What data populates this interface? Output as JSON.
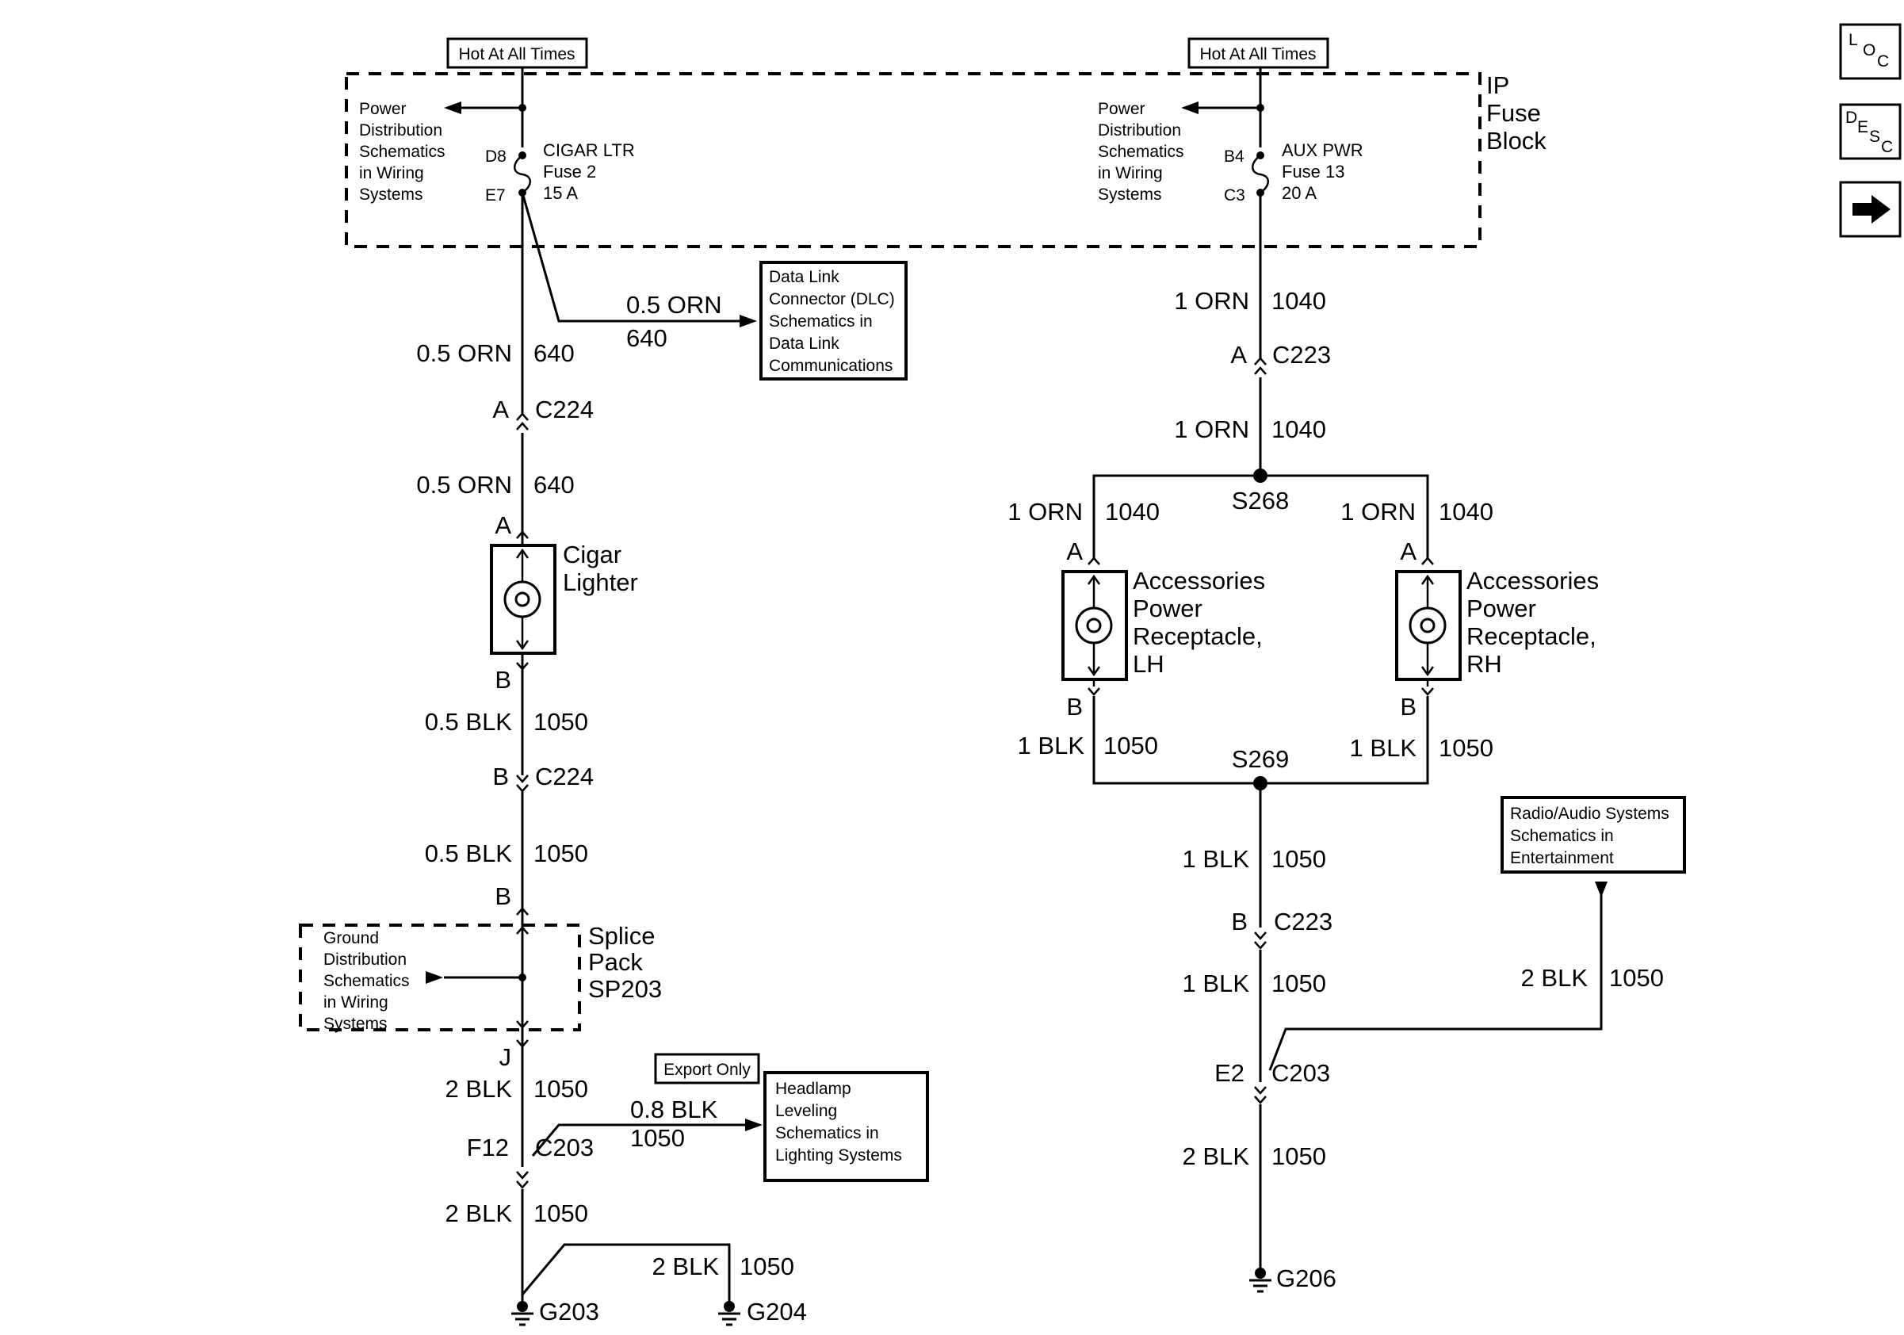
{
  "hot_labels": [
    "Hot At All Times",
    "Hot At All Times"
  ],
  "ip_fuse_block": [
    "IP",
    "Fuse",
    "Block"
  ],
  "power_dist_ref": [
    "Power",
    "Distribution",
    "Schematics",
    "in Wiring",
    "Systems"
  ],
  "fuse_left": {
    "pin_top": "D8",
    "pin_bottom": "E7",
    "lines": [
      "CIGAR LTR",
      "Fuse 2",
      "15 A"
    ]
  },
  "fuse_right": {
    "pin_top": "B4",
    "pin_bottom": "C3",
    "lines": [
      "AUX PWR",
      "Fuse 13",
      "20 A"
    ]
  },
  "dlc_ref": [
    "Data Link",
    "Connector (DLC)",
    "Schematics in",
    "Data Link",
    "Communications"
  ],
  "wires_left": {
    "w1_gauge": "0.5 ORN",
    "w1_circuit": "640",
    "dlc_gauge": "0.5 ORN",
    "dlc_circuit": "640",
    "w2_gauge": "0.5 ORN",
    "w2_circuit": "640",
    "w3_gauge": "0.5 BLK",
    "w3_circuit": "1050",
    "w4_gauge": "0.5 BLK",
    "w4_circuit": "1050",
    "w5_gauge": "2 BLK",
    "w5_circuit": "1050",
    "hl_gauge": "0.8 BLK",
    "hl_circuit": "1050",
    "w6_gauge": "2 BLK",
    "w6_circuit": "1050",
    "g204_gauge": "2 BLK",
    "g204_circuit": "1050"
  },
  "conn_c224": {
    "name": "C224",
    "pin_a": "A",
    "pin_b": "B"
  },
  "cigar_lighter": {
    "pin_a": "A",
    "pin_b": "B",
    "lines": [
      "Cigar",
      "Lighter"
    ]
  },
  "splice_pack": {
    "pin_b": "B",
    "pin_j": "J",
    "lines": [
      "Splice",
      "Pack",
      "SP203"
    ]
  },
  "ground_dist_ref": [
    "Ground",
    "Distribution",
    "Schematics",
    "in Wiring",
    "Systems"
  ],
  "export_only": "Export Only",
  "headlamp_ref": [
    "Headlamp",
    "Leveling",
    "Schematics in",
    "Lighting Systems"
  ],
  "conn_c203_left": {
    "name": "C203",
    "pin": "F12"
  },
  "grounds": {
    "g203": "G203",
    "g204": "G204",
    "g206": "G206"
  },
  "wires_right": {
    "w1_gauge": "1 ORN",
    "w1_circuit": "1040",
    "w2_gauge": "1 ORN",
    "w2_circuit": "1040",
    "lh_a_gauge": "1 ORN",
    "lh_a_circuit": "1040",
    "rh_a_gauge": "1 ORN",
    "rh_a_circuit": "1040",
    "lh_b_gauge": "1 BLK",
    "lh_b_circuit": "1050",
    "rh_b_gauge": "1 BLK",
    "rh_b_circuit": "1050",
    "w3_gauge": "1 BLK",
    "w3_circuit": "1050",
    "w4_gauge": "1 BLK",
    "w4_circuit": "1050",
    "radio_gauge": "2 BLK",
    "radio_circuit": "1050",
    "w5_gauge": "2 BLK",
    "w5_circuit": "1050"
  },
  "conn_c223": {
    "name": "C223",
    "pin_a": "A",
    "pin_b": "B"
  },
  "splices": {
    "s268": "S268",
    "s269": "S269"
  },
  "receptacle_lh": {
    "pin_a": "A",
    "pin_b": "B",
    "lines": [
      "Accessories",
      "Power",
      "Receptacle,",
      "LH"
    ]
  },
  "receptacle_rh": {
    "pin_a": "A",
    "pin_b": "B",
    "lines": [
      "Accessories",
      "Power",
      "Receptacle,",
      "RH"
    ]
  },
  "radio_ref": [
    "Radio/Audio Systems",
    "Schematics in",
    "Entertainment"
  ],
  "conn_c203_right": {
    "name": "C203",
    "pin": "E2"
  },
  "nav": {
    "loc": [
      "L",
      "O",
      "C"
    ],
    "desc": [
      "D",
      "E",
      "S",
      "C"
    ],
    "next_icon": "arrow-right-icon"
  }
}
